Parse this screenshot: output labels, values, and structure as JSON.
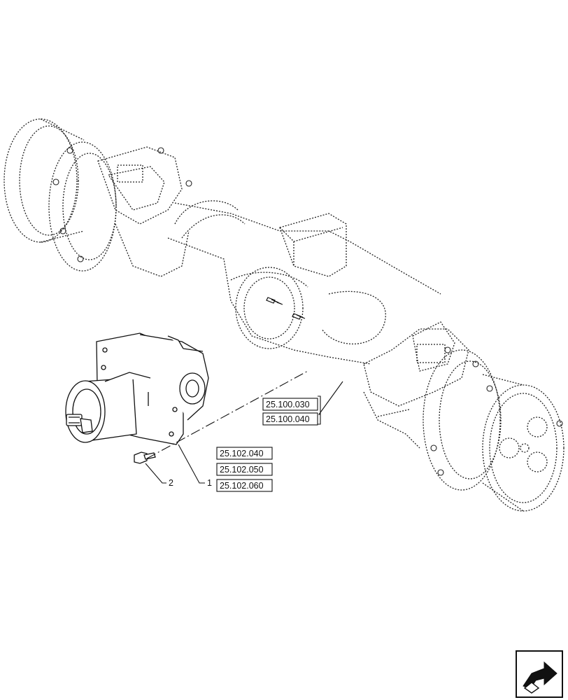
{
  "refs": {
    "axle": [
      "25.100.030",
      "25.100.040"
    ],
    "diff": [
      "25.102.040",
      "25.102.050",
      "25.102.060"
    ]
  },
  "callouts": {
    "item1": "1",
    "item2": "2"
  },
  "icons": {
    "nav": "next-page-arrow-icon"
  },
  "colors": {
    "line": "#111111",
    "background": "#ffffff"
  }
}
